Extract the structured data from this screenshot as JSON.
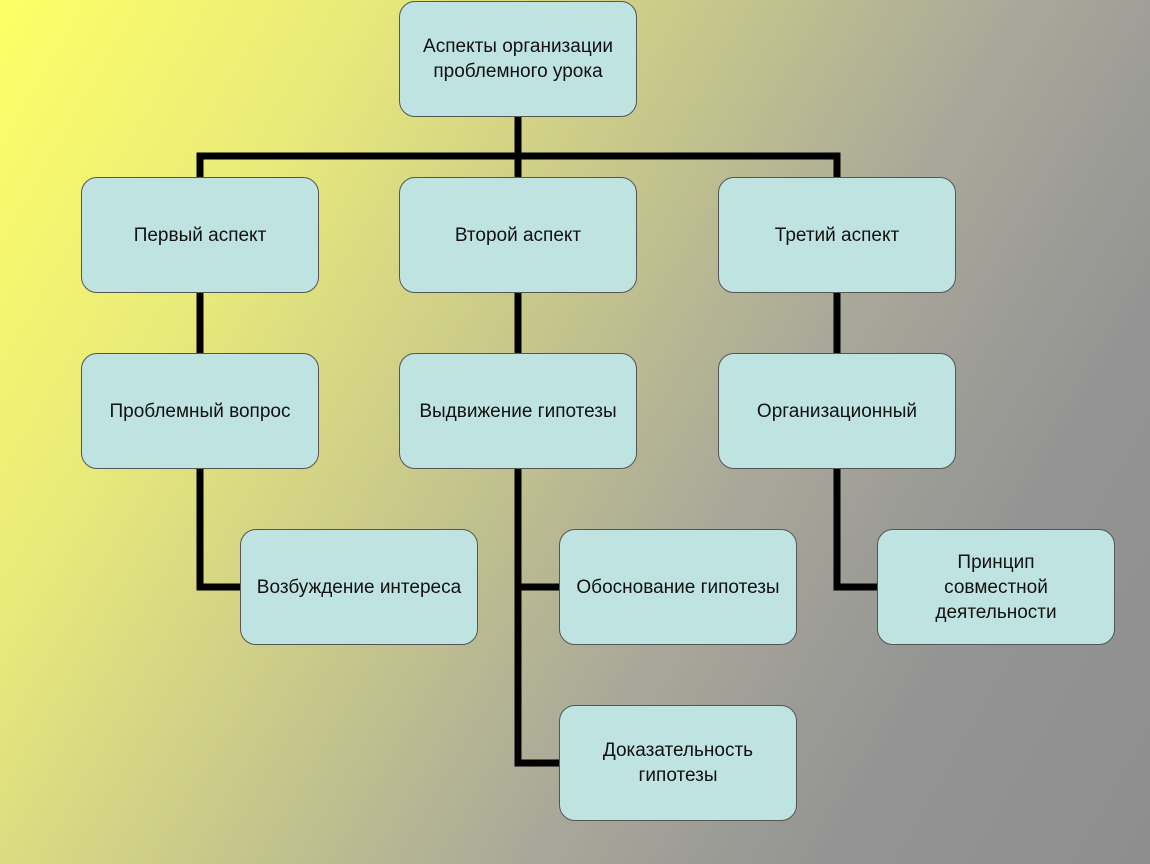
{
  "root": {
    "label": "Аспекты  организации\nпроблемного урока"
  },
  "aspects": [
    {
      "label": "Первый аспект"
    },
    {
      "label": "Второй аспект"
    },
    {
      "label": "Третий аспект"
    }
  ],
  "level2": [
    {
      "label": "Проблемный  вопрос"
    },
    {
      "label": "Выдвижение гипотезы"
    },
    {
      "label": "Организационный"
    }
  ],
  "level3": [
    {
      "label": "Возбуждение интереса"
    },
    {
      "label": "Обоснование гипотезы"
    },
    {
      "label": "Принцип\nсовместной\nдеятельности"
    },
    {
      "label": "Доказательность\nгипотезы"
    }
  ],
  "colors": {
    "box_fill": "#bfe3e1",
    "connector": "#000000"
  }
}
